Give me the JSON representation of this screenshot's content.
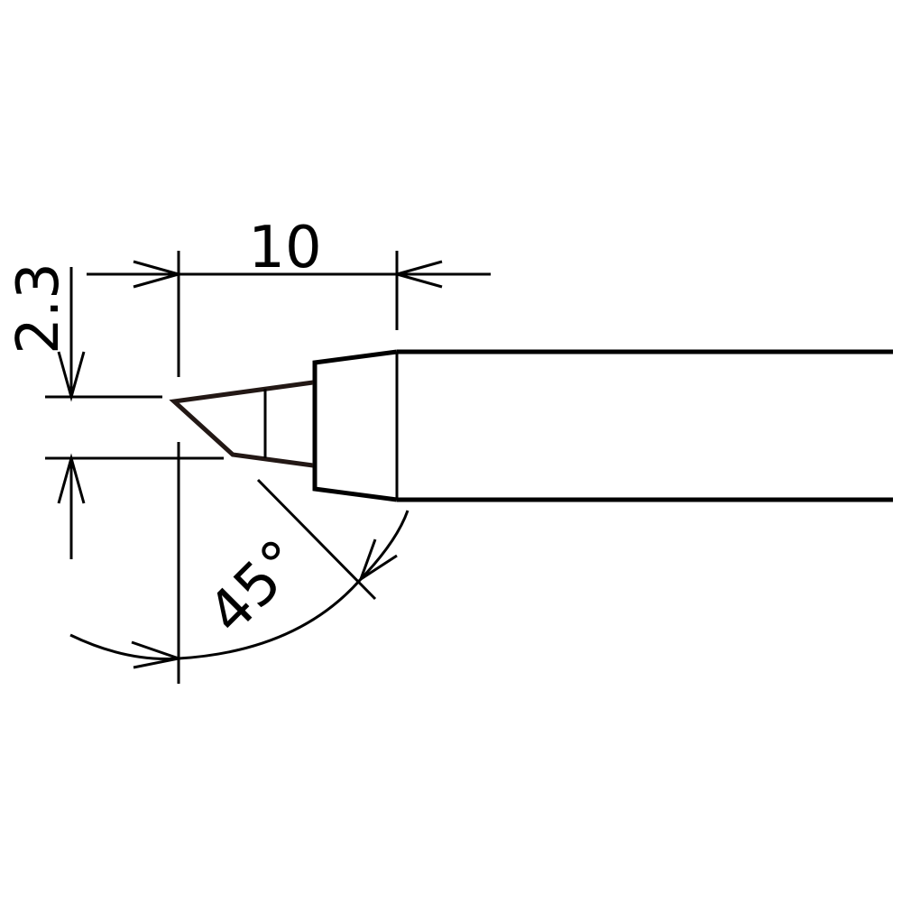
{
  "dimensions": {
    "length": "10",
    "thickness": "2.3",
    "angle": "45°"
  },
  "colors": {
    "line": "#000000",
    "tip": "#231815",
    "background": "#ffffff"
  }
}
